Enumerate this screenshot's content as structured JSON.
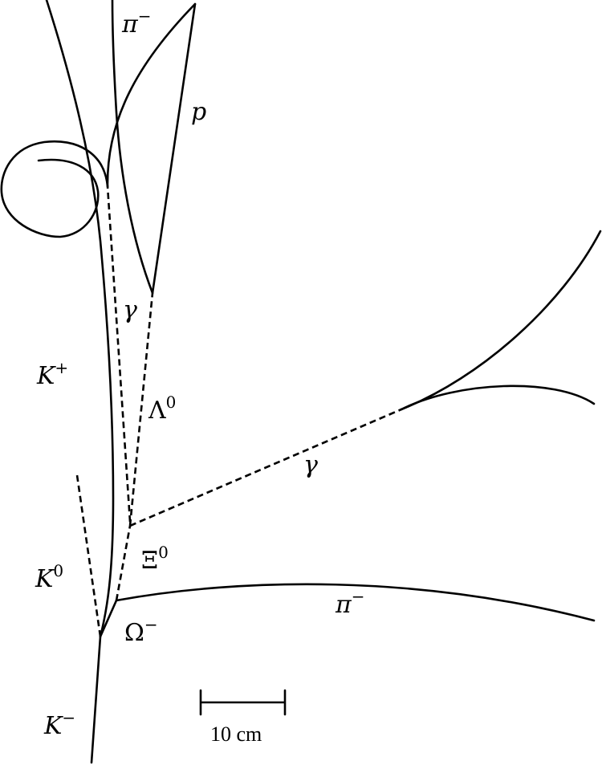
{
  "labels": {
    "pi_minus_top": {
      "base": "π",
      "sup": "−"
    },
    "proton": {
      "base": "p"
    },
    "gamma_upper": {
      "base": "γ"
    },
    "k_plus": {
      "base": "K",
      "sup": "+"
    },
    "lambda0": {
      "base": "Λ",
      "sup": "0"
    },
    "gamma_right": {
      "base": "γ"
    },
    "xi0": {
      "base": "Ξ",
      "sup": "0"
    },
    "k0": {
      "base": "K",
      "sup": "0"
    },
    "omega_minus": {
      "base": "Ω",
      "sup": "−"
    },
    "pi_minus_bottom": {
      "base": "π",
      "sup": "−"
    },
    "k_minus": {
      "base": "K",
      "sup": "−"
    }
  },
  "scale_bar": {
    "label": "10 cm"
  },
  "colors": {
    "ink": "#000000",
    "background": "#ffffff"
  }
}
